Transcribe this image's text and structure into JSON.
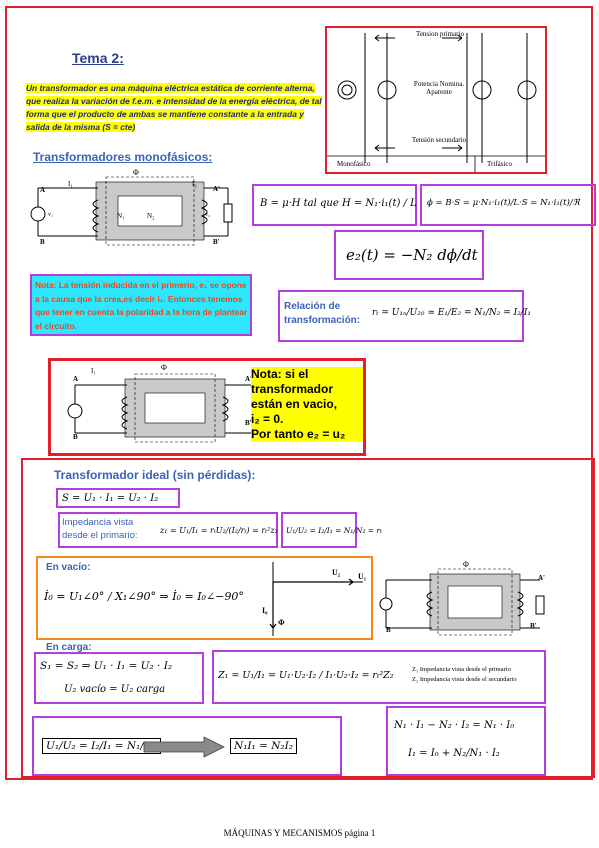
{
  "heading": "Tema 2:",
  "intro": "Un transformador es una máquina eléctrica estática de corriente alterna, que realiza la variación de f.e.m. e intensidad de la energía eléctrica, de tal forma que el producto de ambas se mantiene constante a la entrada y salida de la misma (S = cte)",
  "mono_title": "Transformadores monofásicos:",
  "topright_diagram": {
    "tension_primario": "Tension primario",
    "potencia": "Potencia Nomina. Aparente",
    "tension_secundario": "Tensión secundario",
    "monofasico": "Monofásico",
    "trifasico": "Trifásico"
  },
  "circuit_labels": {
    "A": "A",
    "B": "B",
    "A2": "A'",
    "B2": "B'",
    "N1": "N₁",
    "N2": "N₂",
    "phi": "Φ",
    "I1": "I₁",
    "I2": "I₂",
    "v1": "v₁",
    "v2": "v₂"
  },
  "formula_b": "B = μ·H  tal que  H = N₁·i₁(t) / L",
  "formula_phi": "ϕ = B·S = μ·N₁·i₁(t)/L·S = N₁·i₁(t)/ℜ",
  "formula_e2": "e₂(t) = −N₂ dϕ/dt",
  "note1_text": "Nota: La tensión inducida en el primerio, e₁ se opone a la causa que la crea,es decir i₁. Entonces tenemos que tener en cuenta la polaridad a la hora de plantear el circuito.",
  "relacion_label": "Relación de transformación:",
  "relacion_formula": "rₜ = U₁ₙ/U₂₀ ≃ E₁/E₂ = N₁/N₂ = I₂/I₁",
  "note2_lines": [
    "Nota: si el",
    "transformador",
    "están en vacio,",
    "i₂ = 0.",
    "Por tanto e₂ = u₂"
  ],
  "ideal_title": "Transformador ideal (sin pérdidas):",
  "ideal_S": "S = U₁ · I₁ = U₂ · I₂",
  "impedancia_label": "Impedancia vista desde el primario:",
  "impedancia_formula": "z₁ = U₁/I₁ = rₜU₂/(I₂/rₜ) = rₜ²z₂",
  "ratio_formula": "U₁/U₂ = I₂/I₁ = N₁/N₂ = rₜ",
  "vacio_label": "En vacío:",
  "vacio_formula": "İ₀ = U₁∠0° / X₁∠90° ⇒ İ₀ = I₀∠−90°",
  "phasor_labels": {
    "U2": "U₂",
    "U1": "U₁",
    "I0": "I₀",
    "phi": "Φ"
  },
  "carga_label": "En carga:",
  "carga_formula1": "S₁ = S₂ ⇒ U₁ · I₁ = U₂ · I₂",
  "carga_formula2": "U₂ vacío = U₂ carga",
  "z1_formula": "Z₁ = U₁/I₁ = U₁·U₂·I₂ / I₁·U₂·I₂ = rₜ²Z₂",
  "z1_note": "Z₁ Impedancia vista desde el primario",
  "z2_note": "Z₂ Impedancia vista desde el secundario",
  "bottom_ratio": "U₁/U₂ = I₂/I₁ = N₁/N₂",
  "bottom_result": "N₁I₁ = N₂I₂",
  "bottom_eq1": "N₁ · I₁ − N₂ · I₂ = N₁ · I₀",
  "bottom_eq2": "I₁ = I₀ + N₂/N₁ · I₂",
  "footer": "MÁQUINAS Y MECANISMOS página 1"
}
